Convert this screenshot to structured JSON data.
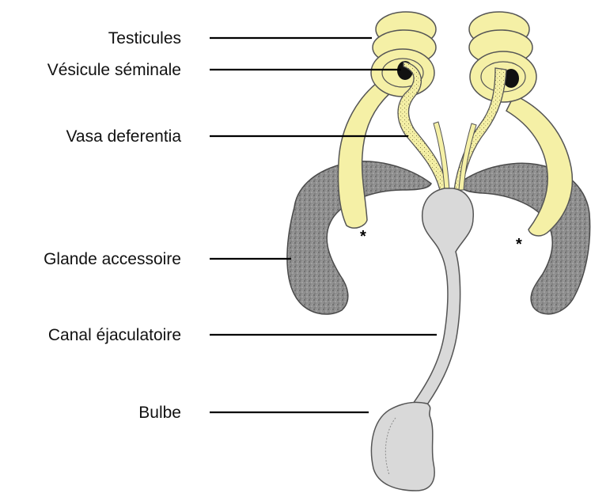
{
  "labels": {
    "testicules": "Testicules",
    "vesicule_seminale": "Vésicule séminale",
    "vasa_deferentia": "Vasa deferentia",
    "glande_accessoire": "Glande accessoire",
    "canal_ejaculatoire": "Canal éjaculatoire",
    "bulbe": "Bulbe"
  },
  "markers": {
    "left": "*",
    "right": "*"
  },
  "colors": {
    "testis_fill": "#f5f0a6",
    "testis_stroke": "#555555",
    "gland_fill": "#8c8c8c",
    "duct_fill": "#d9d9d9",
    "vesicle_dark": "#111111"
  }
}
